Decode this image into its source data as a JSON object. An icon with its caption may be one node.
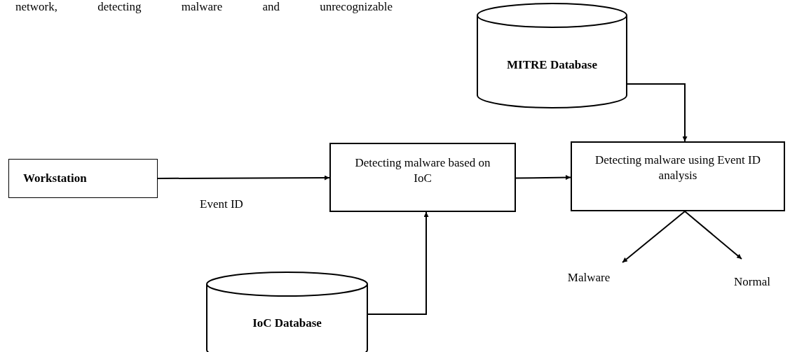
{
  "diagram": {
    "nodes": [
      {
        "text": [
          "MITRE Database"
        ]
      },
      {
        "text": [
          "Workstation"
        ]
      },
      {
        "text": [
          "Detecting malware based on IoC"
        ]
      },
      {
        "text": [
          "Detecting malware using Event ID analysis"
        ]
      },
      {
        "text": [
          "IoC Database"
        ]
      },
      {
        "text": [
          "Malware"
        ]
      },
      {
        "text": [
          "Normal"
        ]
      }
    ],
    "edges": [
      {
        "from": 1,
        "to": 2,
        "arrow": "to",
        "label": "Event ID"
      },
      {
        "from": 4,
        "to": 2,
        "arrow": "to"
      },
      {
        "from": 2,
        "to": 3,
        "arrow": "to"
      },
      {
        "from": 0,
        "to": 3,
        "arrow": "to"
      },
      {
        "from": 3,
        "to": 5,
        "arrow": "to"
      },
      {
        "from": 3,
        "to": 6,
        "arrow": "to"
      }
    ],
    "labels": [
      "network, detecting malware and unrecognizable"
    ]
  }
}
